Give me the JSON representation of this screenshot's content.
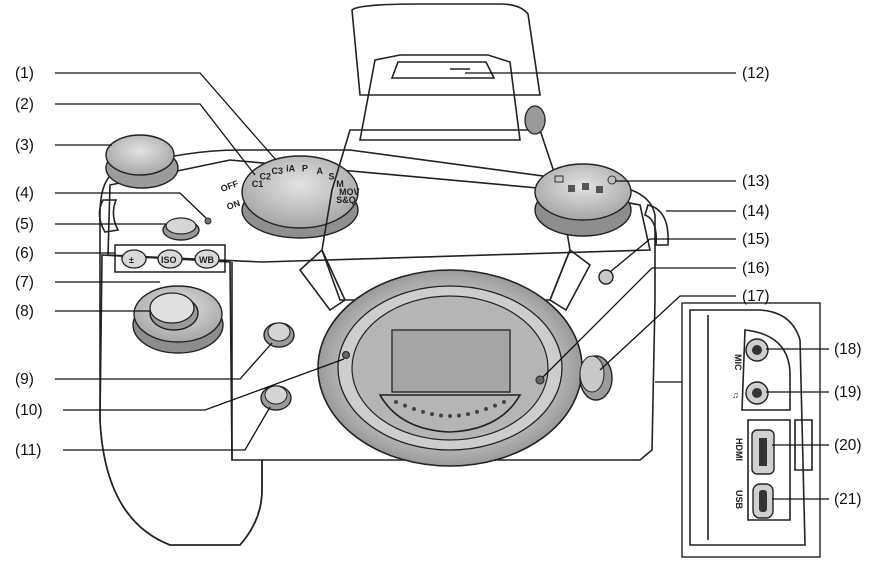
{
  "callouts": [
    {
      "id": "1",
      "text": "(1)"
    },
    {
      "id": "2",
      "text": "(2)"
    },
    {
      "id": "3",
      "text": "(3)"
    },
    {
      "id": "4",
      "text": "(4)"
    },
    {
      "id": "5",
      "text": "(5)"
    },
    {
      "id": "6",
      "text": "(6)"
    },
    {
      "id": "7",
      "text": "(7)"
    },
    {
      "id": "8",
      "text": "(8)"
    },
    {
      "id": "9",
      "text": "(9)"
    },
    {
      "id": "10",
      "text": "(10)"
    },
    {
      "id": "11",
      "text": "(11)"
    },
    {
      "id": "12",
      "text": "(12)"
    },
    {
      "id": "13",
      "text": "(13)"
    },
    {
      "id": "14",
      "text": "(14)"
    },
    {
      "id": "15",
      "text": "(15)"
    },
    {
      "id": "16",
      "text": "(16)"
    },
    {
      "id": "17",
      "text": "(17)"
    },
    {
      "id": "18",
      "text": "(18)"
    },
    {
      "id": "19",
      "text": "(19)"
    },
    {
      "id": "20",
      "text": "(20)"
    },
    {
      "id": "21",
      "text": "(21)"
    }
  ],
  "mode_dial": {
    "labels": [
      "C1",
      "C2",
      "C3",
      "iA",
      "P",
      "A",
      "S",
      "M",
      "MOV",
      "S&Q"
    ]
  },
  "power_switch": {
    "off": "OFF",
    "on": "ON"
  },
  "buttons": {
    "exposure_comp": "±",
    "iso": "ISO",
    "white_balance": "WB"
  },
  "port_labels": {
    "mic": "MIC",
    "headphone": "♫",
    "hdmi": "HDMI",
    "usb": "USB"
  },
  "colors": {
    "body": "#bdbdbd",
    "body_dark": "#8a8a8a",
    "body_light": "#d8d8d8",
    "sensor": "#9a9a9a",
    "line": "#111111"
  }
}
